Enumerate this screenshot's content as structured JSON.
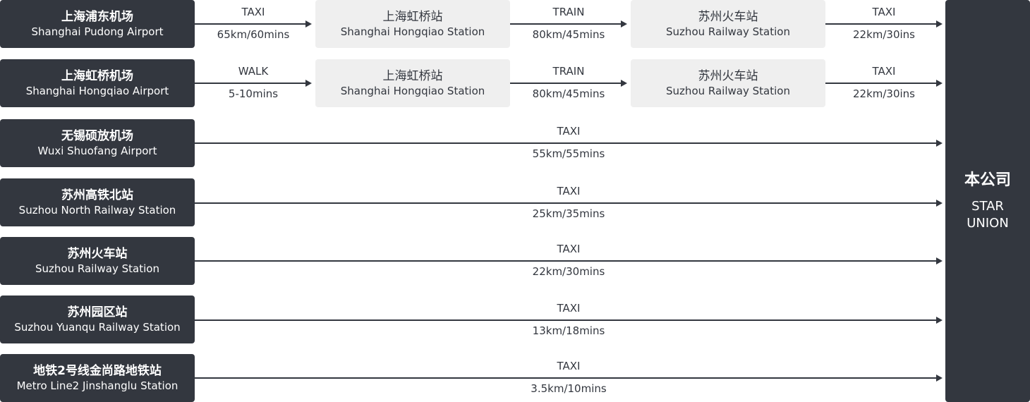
{
  "destination": {
    "zh": "本公司",
    "en_line1": "STAR",
    "en_line2": "UNION"
  },
  "routes": [
    {
      "origin": {
        "zh": "上海浦东机场",
        "en": "Shanghai Pudong Airport"
      },
      "segments": [
        {
          "mode": "TAXI",
          "distance": "65km/60mins"
        },
        {
          "mode": "TRAIN",
          "distance": "80km/45mins"
        },
        {
          "mode": "TAXI",
          "distance": "22km/30ins"
        }
      ],
      "stations": [
        {
          "zh": "上海虹桥站",
          "en": "Shanghai Hongqiao Station"
        },
        {
          "zh": "苏州火车站",
          "en": "Suzhou Railway Station"
        }
      ]
    },
    {
      "origin": {
        "zh": "上海虹桥机场",
        "en": "Shanghai Hongqiao Airport"
      },
      "segments": [
        {
          "mode": "WALK",
          "distance": "5-10mins"
        },
        {
          "mode": "TRAIN",
          "distance": "80km/45mins"
        },
        {
          "mode": "TAXI",
          "distance": "22km/30ins"
        }
      ],
      "stations": [
        {
          "zh": "上海虹桥站",
          "en": "Shanghai Hongqiao Station"
        },
        {
          "zh": "苏州火车站",
          "en": "Suzhou Railway Station"
        }
      ]
    },
    {
      "origin": {
        "zh": "无锡硕放机场",
        "en": "Wuxi Shuofang Airport"
      },
      "segments": [
        {
          "mode": "TAXI",
          "distance": "55km/55mins"
        }
      ]
    },
    {
      "origin": {
        "zh": "苏州高铁北站",
        "en": "Suzhou North Railway Station"
      },
      "segments": [
        {
          "mode": "TAXI",
          "distance": "25km/35mins"
        }
      ]
    },
    {
      "origin": {
        "zh": "苏州火车站",
        "en": "Suzhou Railway Station"
      },
      "segments": [
        {
          "mode": "TAXI",
          "distance": "22km/30mins"
        }
      ]
    },
    {
      "origin": {
        "zh": "苏州园区站",
        "en": "Suzhou Yuanqu Railway Station"
      },
      "segments": [
        {
          "mode": "TAXI",
          "distance": "13km/18mins"
        }
      ]
    },
    {
      "origin": {
        "zh": "地铁2号线金尚路地铁站",
        "en": "Metro Line2 Jinshanglu Station"
      },
      "segments": [
        {
          "mode": "TAXI",
          "distance": "3.5km/10mins"
        }
      ]
    }
  ]
}
